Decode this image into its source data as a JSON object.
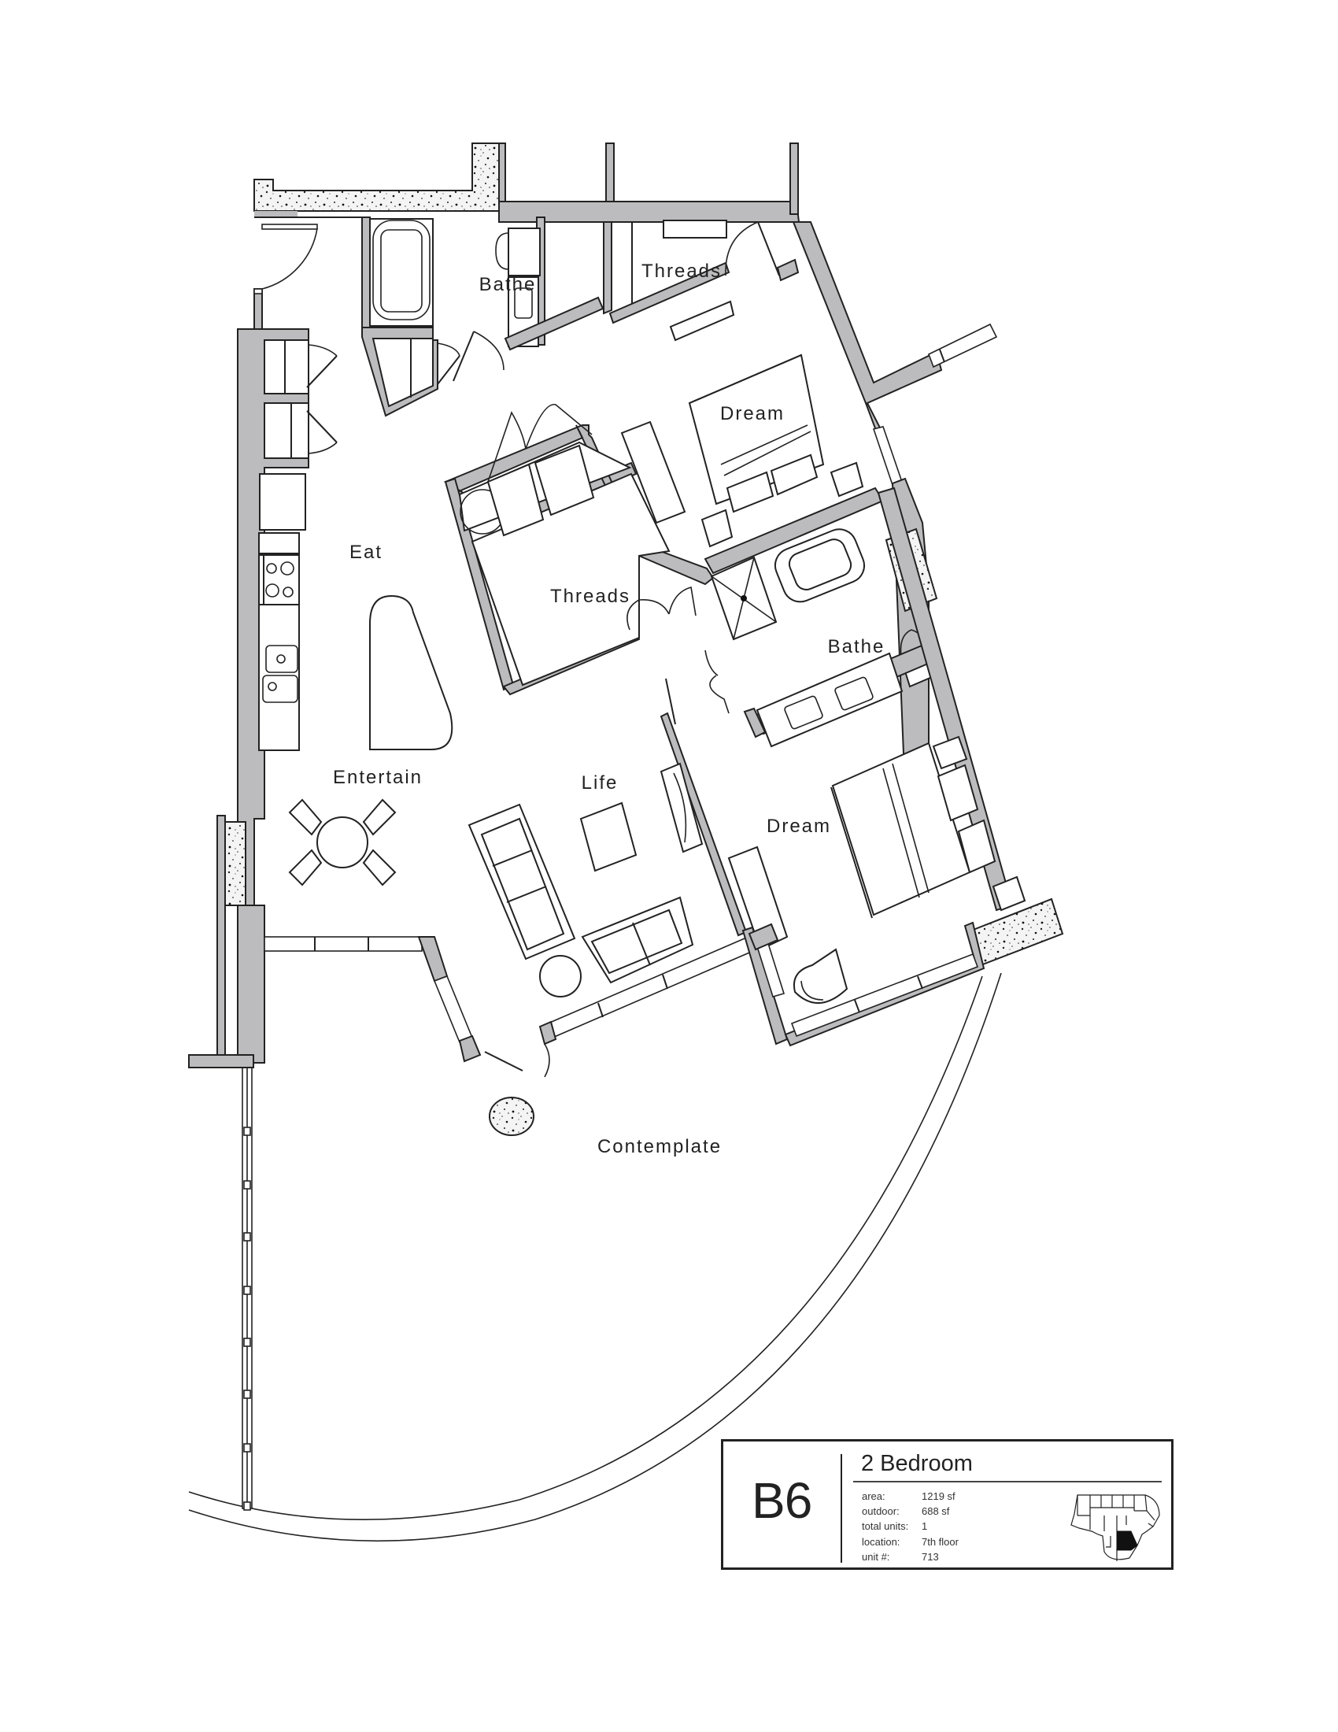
{
  "rooms": {
    "bath_top": "Bathe",
    "closet_top": "Threads",
    "bedroom_top": "Dream",
    "kitchen": "Eat",
    "closet_mid": "Threads",
    "bath_mid": "Bathe",
    "dining": "Entertain",
    "living": "Life",
    "bedroom_bottom": "Dream",
    "terrace": "Contemplate"
  },
  "title_block": {
    "unit_code": "B6",
    "unit_type": "2 Bedroom",
    "specs": [
      {
        "key": "area:",
        "value": "1219 sf"
      },
      {
        "key": "outdoor:",
        "value": "688 sf"
      },
      {
        "key": "total units:",
        "value": "1"
      },
      {
        "key": "location:",
        "value": "7th floor"
      },
      {
        "key": "unit #:",
        "value": "713"
      }
    ],
    "keyplan_icon": "building-key-plan-icon"
  },
  "colors": {
    "wall": "#bcbcbe",
    "line": "#222222",
    "highlight_unit": "#111111"
  }
}
